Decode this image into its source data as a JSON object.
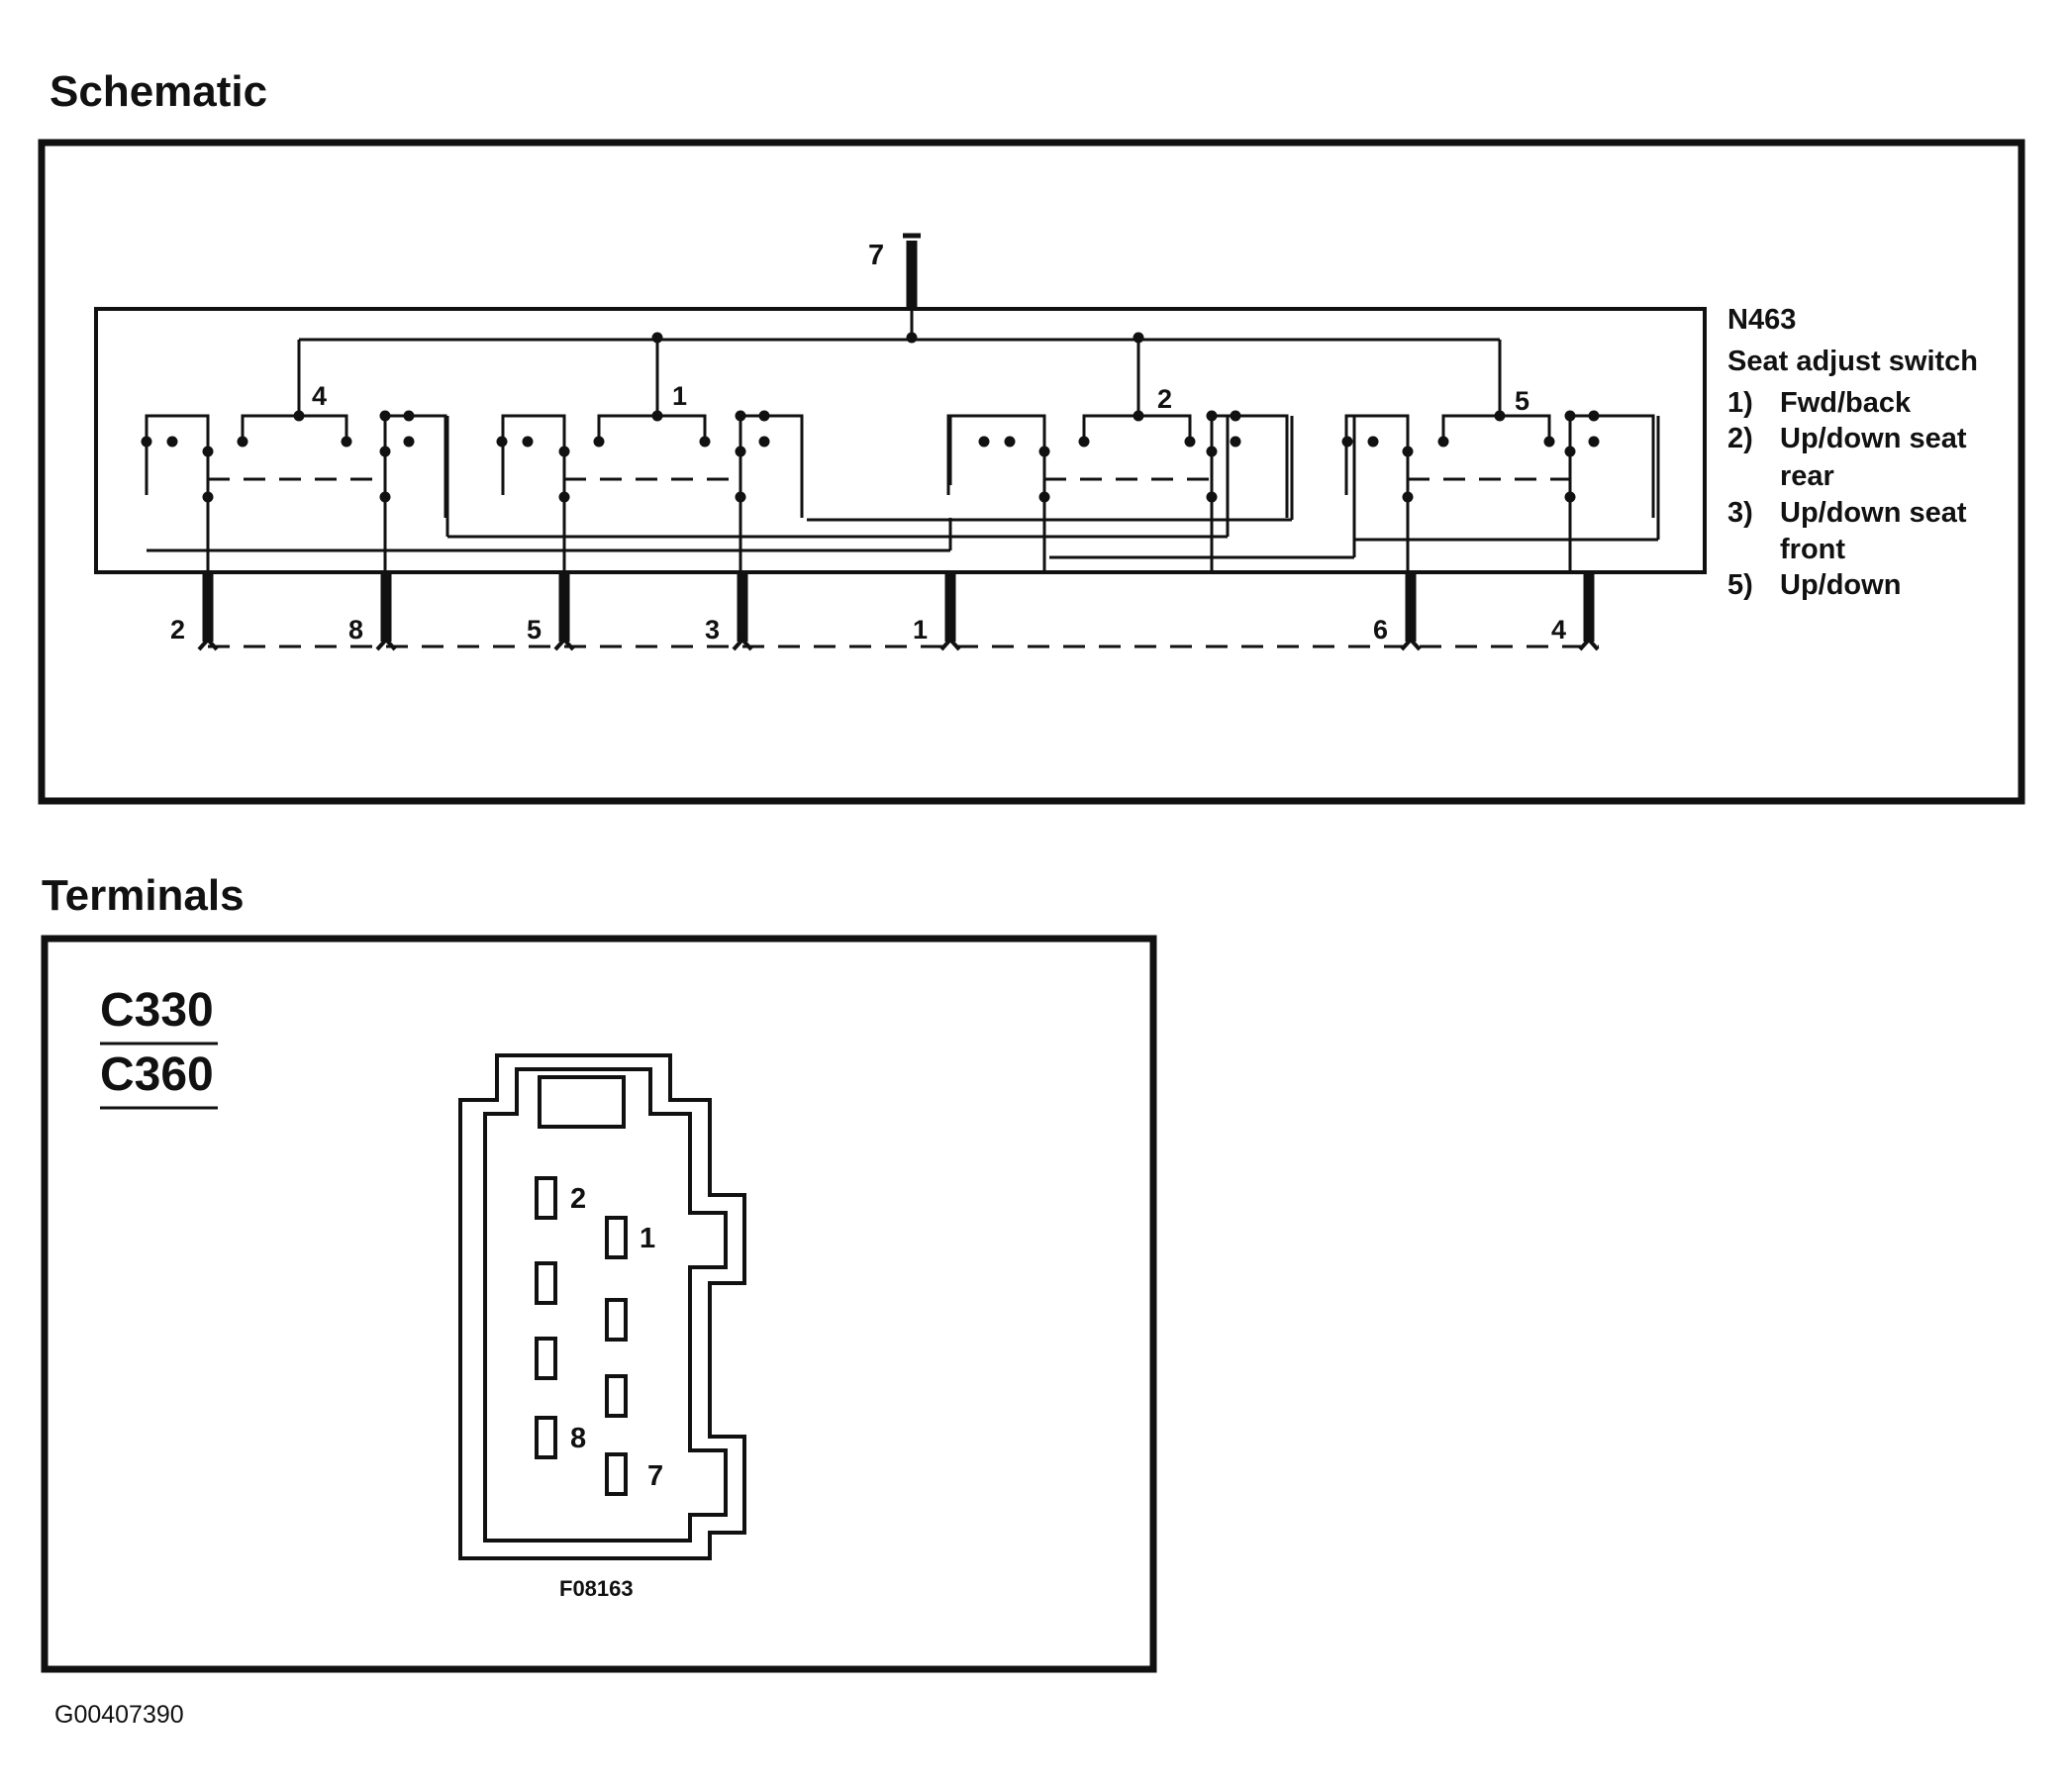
{
  "schematic": {
    "title": "Schematic",
    "top_pin": "7",
    "bottom_pins": [
      "2",
      "8",
      "5",
      "3",
      "1",
      "6",
      "4"
    ],
    "group_labels": [
      "4",
      "1",
      "2",
      "5"
    ],
    "component": {
      "id": "N463",
      "name": "Seat adjust switch",
      "functions": [
        {
          "num": "1)",
          "text": "Fwd/back"
        },
        {
          "num": "2)",
          "text": "Up/down seat",
          "cont": "rear"
        },
        {
          "num": "3)",
          "text": "Up/down seat",
          "cont": "front"
        },
        {
          "num": "5)",
          "text": "Up/down"
        }
      ]
    }
  },
  "terminals": {
    "title": "Terminals",
    "connectors": [
      "C330",
      "C360"
    ],
    "pin_labels": [
      "2",
      "1",
      "8",
      "7"
    ],
    "figure_code": "F08163"
  },
  "footer": {
    "image_code": "G00407390"
  }
}
